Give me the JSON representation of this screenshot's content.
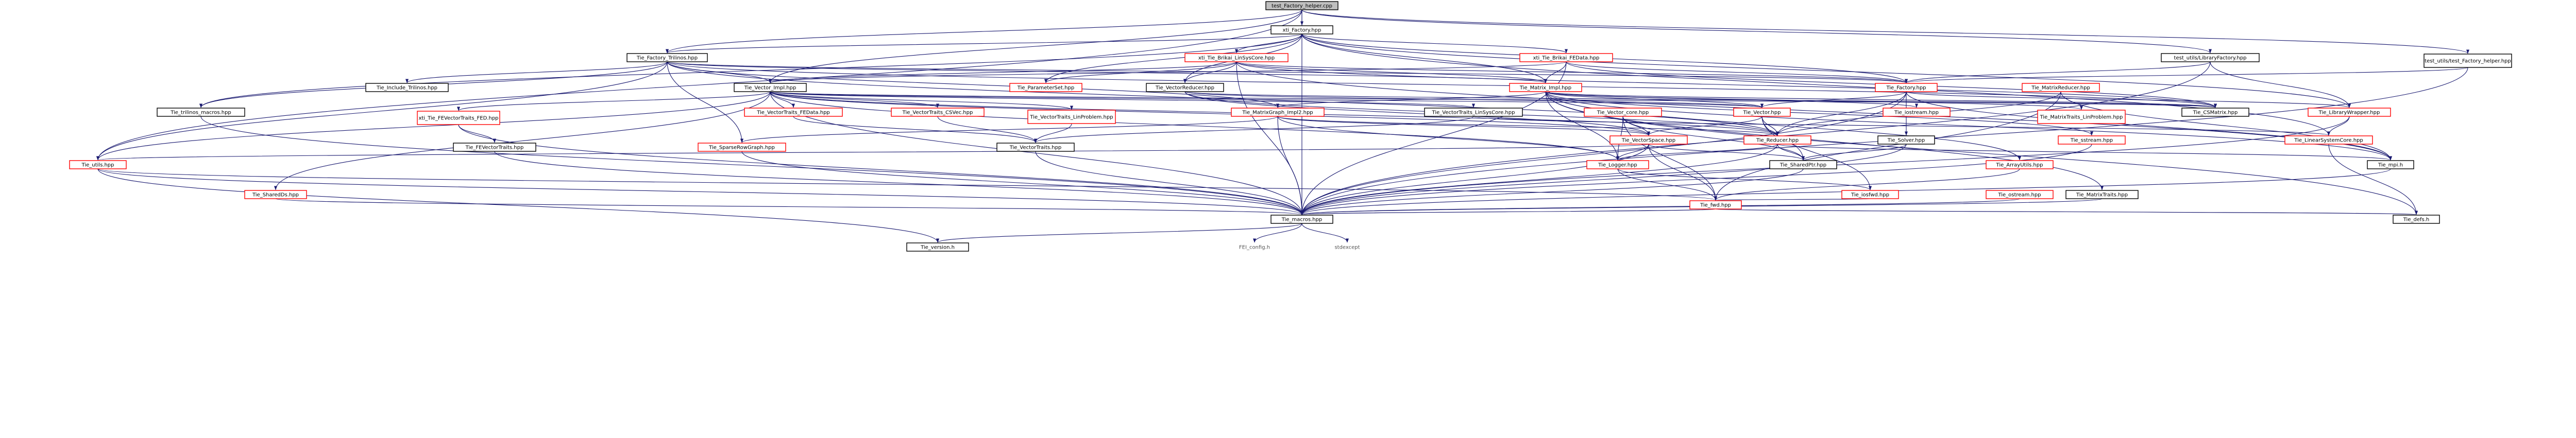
{
  "colors": {
    "edge": "#191970",
    "root_fill": "#bfbfbf",
    "root_border": "#000000",
    "linked_border": "#ff0000",
    "plain_border": "#000000",
    "unlinked_text": "#555555",
    "text": "#000000"
  },
  "nodes": {
    "n_test_factory_helper": "test_Factory_helper.cpp",
    "n_xti_factory": "xti_Factory.hpp",
    "n_factory_trilinos": "Tie_Factory_Trilinos.hpp",
    "n_linsyscore_brick": "xti_Tie_Brikai_LinSysCore.hpp",
    "n_fedata_brick": "xti_Tie_Brikai_FEData.hpp",
    "n_utils_lib_factory": "test_utils/LibraryFactory.hpp",
    "n_utils_test_factory_helper": "test_utils/test_Factory_helper.hpp",
    "n_include_trilinos": "Tie_Include_Trilinos.hpp",
    "n_vector_impl": "Tie_Vector_Impl.hpp",
    "n_parameterset": "Tie_ParameterSet.hpp",
    "n_vectorreducer": "Tie_VectorReducer.hpp",
    "n_matrix_impl": "Tie_Matrix_Impl.hpp",
    "n_factory": "Tie_Factory.hpp",
    "n_matrixreducer": "Tie_MatrixReducer.hpp",
    "n_trilinos_macros": "Tie_trilinos_macros.hpp",
    "n_xti_fevectortraits": "xti_Tie_FEVectorTraits_FED.hpp",
    "n_vt_fedata": "Tie_VectorTraits_FEData.hpp",
    "n_vt_csvec": "Tie_VectorTraits_CSVec.hpp",
    "n_vt_linprob": "Tie_VectorTraits_LinProblem.hpp",
    "n_matrixgraph_impl2": "Tie_MatrixGraph_Impl2.hpp",
    "n_vt_linsyscore": "Tie_VectorTraits_LinSysCore.hpp",
    "n_vector_core": "Tie_Vector_core.hpp",
    "n_vector": "Tie_Vector.hpp",
    "n_csmatrix": "Tie_CSMatrix.hpp",
    "n_iostream": "Tie_iostream.hpp",
    "n_mt_linprob": "Tie_MatrixTraits_LinProblem.hpp",
    "n_librarywrapper": "Tie_LibraryWrapper.hpp",
    "n_fevectortraits": "Tie_FEVectorTraits.hpp",
    "n_sparserowgraph": "Tie_SparseRowGraph.hpp",
    "n_vectortraits": "Tie_VectorTraits.hpp",
    "n_vectorspace": "Tie_VectorSpace.hpp",
    "n_reducer": "Tie_Reducer.hpp",
    "n_solver": "Tie_Solver.hpp",
    "n_sstream": "Tie_sstream.hpp",
    "n_linearsystemcore": "Tie_LinearSystemCore.hpp",
    "n_utils": "Tie_utils.hpp",
    "n_logger": "Tie_Logger.hpp",
    "n_sharedptr": "Tie_SharedPtr.hpp",
    "n_arrayutils": "Tie_ArrayUtils.hpp",
    "n_mpi": "Tie_mpi.h",
    "n_shareddis": "Tie_SharedDs.hpp",
    "n_ostream": "Tie_ostream.hpp",
    "n_iosfwd": "Tie_iosfwd.hpp",
    "n_fwd": "Tie_fwd.hpp",
    "n_matrixtraits": "Tie_MatrixTraits.hpp",
    "n_macros": "Tie_macros.hpp",
    "n_defs": "Tie_defs.h",
    "n_version": "Tie_version.h",
    "n_fei_config": "FEI_config.h",
    "n_stdexcept": "stdexcept"
  }
}
